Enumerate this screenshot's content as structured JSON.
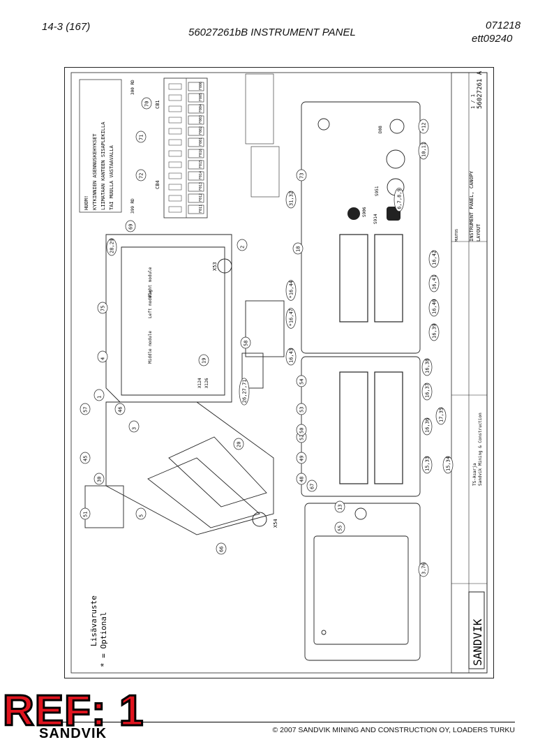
{
  "header": {
    "page_ref": "14-3 (167)",
    "title": "56027261bB INSTRUMENT PANEL",
    "date_code": "071218",
    "ett_code": "ett09240"
  },
  "diagram": {
    "note_lines": [
      "HUOM!",
      "KYTKINNIEN ASENNUSKEHYKSET",
      "LIIMATAAN KANTEEN SISAPLEKILLA",
      "TAI MUULLA VASTAAVALLA"
    ],
    "optional_lines": [
      "Lisävaruste",
      "* = Optional"
    ],
    "title_block": {
      "name": "INSTRUMENT PANEL, CANOPY",
      "sub": "LAYOUT",
      "number": "56027261 A",
      "sheet": "1 / 1",
      "company": "Sandvik Mining & Construction",
      "brand": "SANDVIK",
      "row1": "MUUTOS",
      "row2": "TS-Asarja"
    },
    "labels": {
      "cb1": "CB1",
      "cb4": "CB4",
      "x53": "X53",
      "x54": "X54",
      "d08": "D08",
      "s906": "S906",
      "s951": "S951",
      "s914": "S914",
      "x124": "X124",
      "x126": "X126",
      "rd300": "300 RD",
      "rd399": "399 RD",
      "middle": "Middle module",
      "right": "Right module",
      "left": "Left module"
    },
    "relay_labels": [
      "F006",
      "F005",
      "F004",
      "F003",
      "F002",
      "F001",
      "F016",
      "F015",
      "F014",
      "F013",
      "F012",
      "F011"
    ],
    "callouts": [
      "18",
      "19",
      "20",
      "51",
      "57",
      "45",
      "46",
      "49",
      "48",
      "52",
      "53",
      "54",
      "50",
      "13",
      "55",
      "66",
      "58",
      "67",
      "69",
      "70",
      "71",
      "72",
      "73",
      "75",
      "4",
      "1",
      "2",
      "3",
      "5",
      "30"
    ],
    "callouts_long": [
      "28,29",
      "31,32",
      "6,7,8,9",
      "10,11",
      "*12",
      "3,76",
      "16,42",
      "16,41",
      "16,40",
      "16,39",
      "16,38",
      "16,37",
      "16,36",
      "15,33",
      "15,34",
      "17,35",
      "16,43",
      "*16,47",
      "*16,44",
      "26,27,71"
    ]
  }
}
